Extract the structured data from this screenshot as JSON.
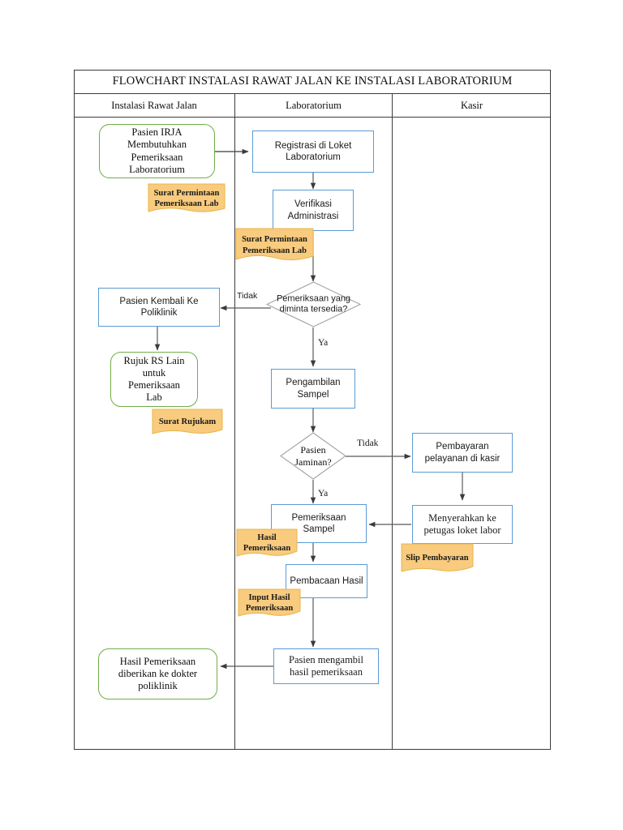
{
  "document": {
    "title": "FLOWCHART INSTALASI RAWAT JALAN KE INSTALASI LABORATORIUM"
  },
  "lanes": [
    {
      "label": "Instalasi Rawat Jalan"
    },
    {
      "label": "Laboratorium"
    },
    {
      "label": "Kasir"
    }
  ],
  "colors": {
    "blue_border": "#5B9BD5",
    "green_border": "#70AD47",
    "note_fill": "#F8CB7E",
    "note_border": "#E8B44A",
    "frame": "#3B3B3B",
    "connector": "#595959",
    "diamond_border": "#A6A6A6"
  },
  "nodes": [
    {
      "id": "n1",
      "lane": "Instalasi Rawat Jalan",
      "shape": "rounded",
      "style": "green",
      "text": "Pasien IRJA\nMembutuhkan\nPemeriksaan\nLaboratorium"
    },
    {
      "id": "n2",
      "lane": "Laboratorium",
      "shape": "rect",
      "style": "blue",
      "text": "Registrasi di Loket\nLaboratorium"
    },
    {
      "id": "n3",
      "lane": "Laboratorium",
      "shape": "rect",
      "style": "blue",
      "text": "Verifikasi\nAdministrasi"
    },
    {
      "id": "d1",
      "lane": "Laboratorium",
      "shape": "diamond",
      "style": "decision",
      "text": "Pemeriksaan yang\ndiminta tersedia?"
    },
    {
      "id": "n4",
      "lane": "Instalasi Rawat Jalan",
      "shape": "rect",
      "style": "blue",
      "text": "Pasien Kembali Ke\nPoliklinik"
    },
    {
      "id": "n5",
      "lane": "Instalasi Rawat Jalan",
      "shape": "rounded",
      "style": "green",
      "text": "Rujuk RS Lain\nuntuk\nPemeriksaan\nLab"
    },
    {
      "id": "n6",
      "lane": "Laboratorium",
      "shape": "rect",
      "style": "blue",
      "text": "Pengambilan\nSampel"
    },
    {
      "id": "d2",
      "lane": "Laboratorium",
      "shape": "diamond",
      "style": "decision",
      "text": "Pasien\nJaminan?"
    },
    {
      "id": "n7",
      "lane": "Kasir",
      "shape": "rect",
      "style": "blue",
      "text": "Pembayaran\npelayanan di kasir"
    },
    {
      "id": "n8",
      "lane": "Kasir",
      "shape": "rect",
      "style": "blue",
      "text": "Menyerahkan ke\npetugas loket labor"
    },
    {
      "id": "n9",
      "lane": "Laboratorium",
      "shape": "rect",
      "style": "blue",
      "text": "Pemeriksaan\nSampel"
    },
    {
      "id": "n10",
      "lane": "Laboratorium",
      "shape": "rect",
      "style": "blue",
      "text": "Pembacaan Hasil"
    },
    {
      "id": "n11",
      "lane": "Laboratorium",
      "shape": "rect",
      "style": "blue",
      "text": "Pasien mengambil\nhasil pemeriksaan"
    },
    {
      "id": "n12",
      "lane": "Instalasi Rawat Jalan",
      "shape": "rounded",
      "style": "green",
      "text": "Hasil Pemeriksaan\ndiberikan ke dokter\npoliklinik"
    }
  ],
  "notes": [
    {
      "id": "note1",
      "text": "Surat Permintaan\nPemeriksaan Lab",
      "attached_to": "n1"
    },
    {
      "id": "note2",
      "text": "Surat Permintaan\nPemeriksaan Lab",
      "attached_to": "n3"
    },
    {
      "id": "note3",
      "text": "Surat Rujukam",
      "attached_to": "n5"
    },
    {
      "id": "note4",
      "text": "Hasil\nPemeriksaan",
      "attached_to": "n9"
    },
    {
      "id": "note5",
      "text": "Input Hasil\nPemeriksaan",
      "attached_to": "n10"
    },
    {
      "id": "note6",
      "text": "Slip Pembayaran",
      "attached_to": "n8"
    }
  ],
  "edge_labels": [
    {
      "id": "lbl_tidak_1",
      "text": "Tidak",
      "from": "d1",
      "to": "n4"
    },
    {
      "id": "lbl_ya_1",
      "text": "Ya",
      "from": "d1",
      "to": "n6"
    },
    {
      "id": "lbl_tidak_2",
      "text": "Tidak",
      "from": "d2",
      "to": "n7"
    },
    {
      "id": "lbl_ya_2",
      "text": "Ya",
      "from": "d2",
      "to": "n9"
    }
  ]
}
